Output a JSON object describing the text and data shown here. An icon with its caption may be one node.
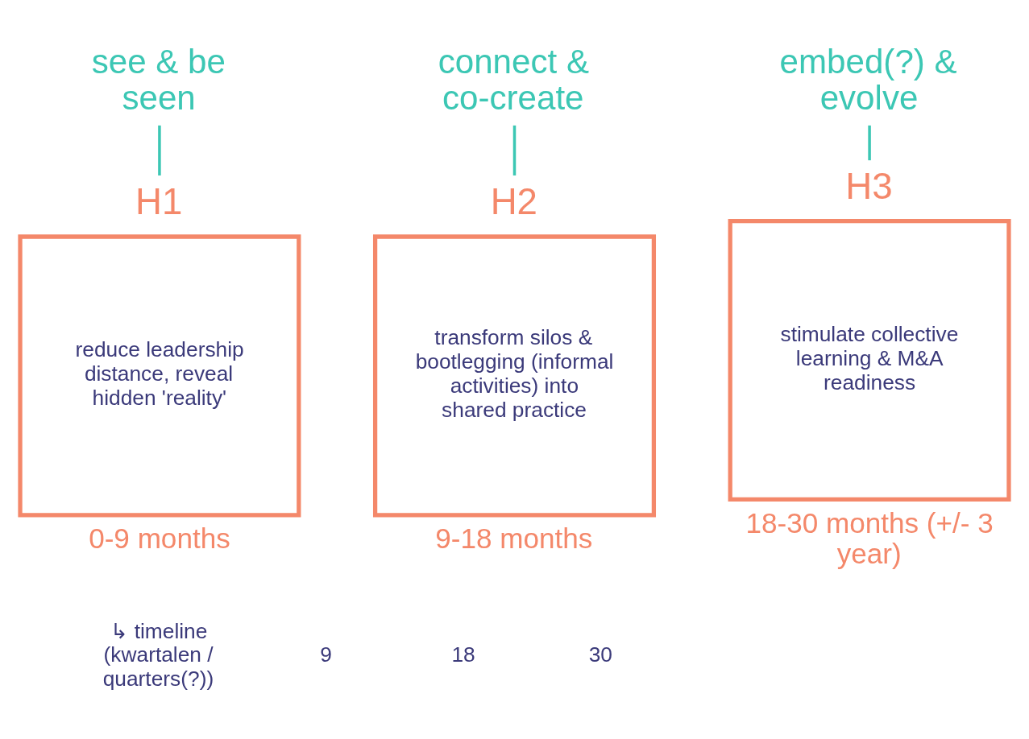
{
  "diagram": {
    "nodes": [
      {
        "text": [
          "see & be seen"
        ]
      },
      {
        "text": [
          "connect & co-create"
        ]
      },
      {
        "text": [
          "embed(?) & evolve"
        ]
      },
      {
        "text": [
          "H1",
          "reduce leadership distance, reveal hidden 'reality'"
        ],
        "beside": [
          "0-9 months"
        ]
      },
      {
        "text": [
          "H2",
          "transform silos & bootlegging (informal activities) into shared practice"
        ],
        "beside": [
          "9-18 months"
        ]
      },
      {
        "text": [
          "H3",
          "stimulate collective learning & M&A readiness"
        ],
        "beside": [
          "18-30 months (+/- 3 year)"
        ]
      }
    ],
    "edges": [
      {
        "from": 0,
        "to": 3,
        "arrow": "none"
      },
      {
        "from": 1,
        "to": 4,
        "arrow": "none"
      },
      {
        "from": 2,
        "to": 5,
        "arrow": "none"
      }
    ],
    "labels": [
      "↳ timeline (kwartalen / quarters(?))",
      "9",
      "18",
      "30"
    ]
  }
}
